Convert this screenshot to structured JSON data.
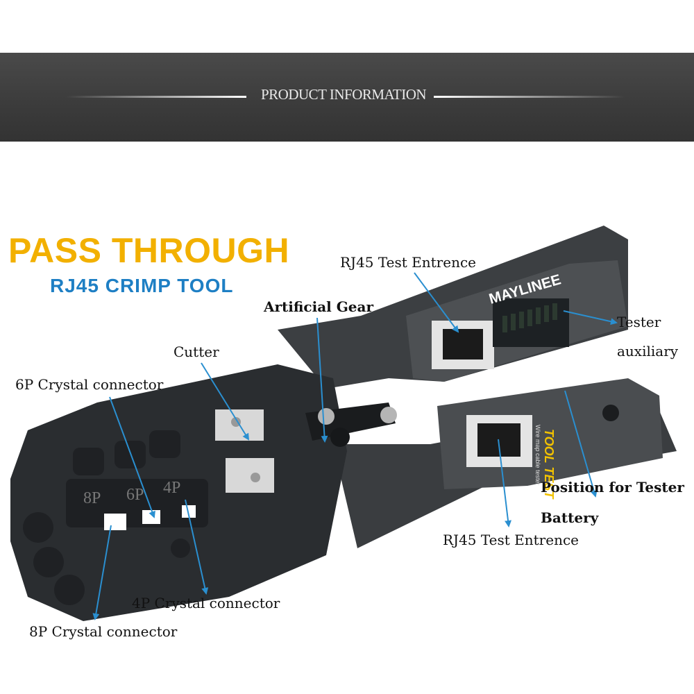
{
  "banner": {
    "title": "PRODUCT INFORMATION"
  },
  "headline": {
    "main": "PASS THROUGH",
    "sub": "RJ45 CRIMP TOOL"
  },
  "brand": {
    "logo_text": "MAYLINEE",
    "tester_print": "TOOL TEST",
    "tester_small": "Wire map cable tester"
  },
  "die_marks": [
    "8P",
    "6P",
    "4P"
  ],
  "labels": {
    "rj45_top": "RJ45 Test Entrence",
    "artificial_gear": "Artificial Gear",
    "cutter": "Cutter",
    "six_p": "6P Crystal connector",
    "tester_aux_1": "Tester",
    "tester_aux_2": "auxiliary",
    "battery_1": "Position for Tester",
    "battery_2": "Battery",
    "rj45_bottom": "RJ45 Test Entrence",
    "four_p": "4P Crystal connector",
    "eight_p": "8P Crystal connector"
  },
  "colors": {
    "accent_yellow": "#f2b000",
    "accent_blue": "#1e7fc4",
    "arrow": "#2a8fd0",
    "banner": "#3b3b3b",
    "tool": "#2a2d30"
  }
}
